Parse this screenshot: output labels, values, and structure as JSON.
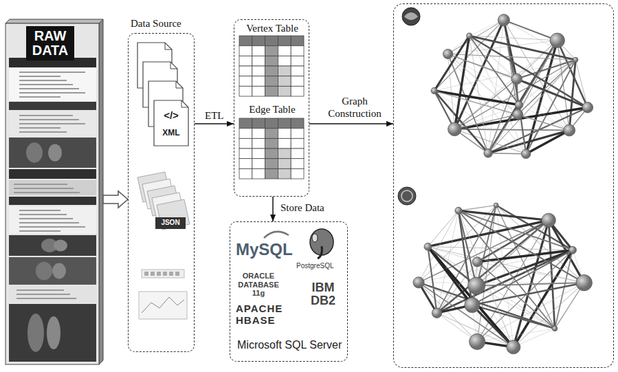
{
  "diagram": {
    "nodes": [
      {
        "text": [
          "RAW DATA"
        ]
      },
      {
        "text": [
          "Data Source"
        ]
      },
      {
        "text": [
          "Vertex Table",
          "Edge Table"
        ]
      },
      {
        "text": [
          "MySQL",
          "PostgreSQL",
          "ORACLE DATABASE 11g",
          "IBM DB2",
          "APACHE HBASE",
          "Microsoft SQL Server"
        ]
      },
      {
        "text": []
      }
    ],
    "edges": [
      {
        "from": 0,
        "to": 1,
        "arrow": "to"
      },
      {
        "from": 1,
        "to": 2,
        "arrow": "to",
        "label": "ETL"
      },
      {
        "from": 2,
        "to": 4,
        "arrow": "to",
        "label": "Graph Construction"
      },
      {
        "from": 2,
        "to": 3,
        "arrow": "to",
        "label": "Store Data"
      }
    ],
    "labels": [
      "</>",
      "XML",
      "JSON"
    ]
  }
}
